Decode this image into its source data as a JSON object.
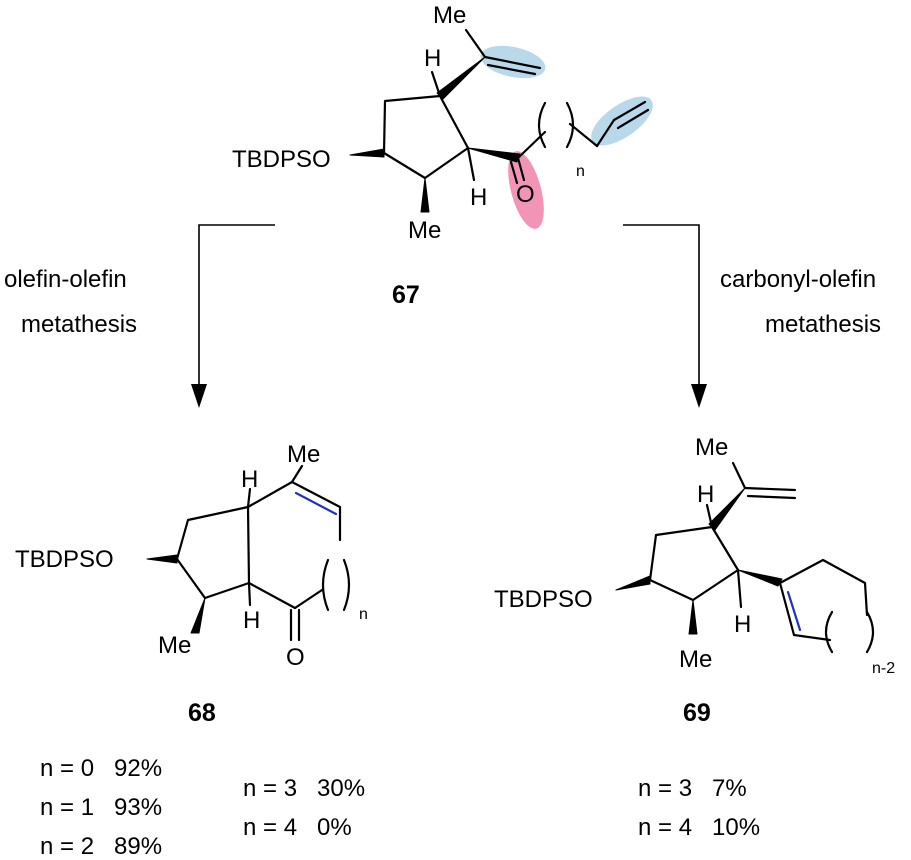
{
  "compounds": {
    "c67": {
      "number": "67",
      "tbdpso": "TBDPSO",
      "me_top": "Me",
      "me_bottom": "Me",
      "h_top": "H",
      "h_bottom": "H",
      "oxygen": "O",
      "chain_n": "n"
    },
    "c68": {
      "number": "68",
      "tbdpso": "TBDPSO",
      "me_top": "Me",
      "me_bottom": "Me",
      "h_top": "H",
      "h_bottom": "H",
      "oxygen": "O",
      "chain_n": "n"
    },
    "c69": {
      "number": "69",
      "tbdpso": "TBDPSO",
      "me_top": "Me",
      "me_bottom": "Me",
      "h_top": "H",
      "h_bottom": "H",
      "chain_n": "n-2"
    }
  },
  "arrows": {
    "left": {
      "label_line1": "olefin-olefin",
      "label_line2": "metathesis"
    },
    "right": {
      "label_line1": "carbonyl-olefin",
      "label_line2": "metathesis"
    }
  },
  "yields": {
    "c68_col1": [
      "n = 0   92%",
      "n = 1   93%",
      "n = 2   89%"
    ],
    "c68_col2": [
      "n = 3   30%",
      "n = 4   0%"
    ],
    "c69": [
      "n = 3   7%",
      "n = 4   10%"
    ]
  },
  "highlight_colors": {
    "olefin": "#b9d9ea",
    "carbonyl": "#f294b5",
    "new_bond": "#2233bb"
  }
}
